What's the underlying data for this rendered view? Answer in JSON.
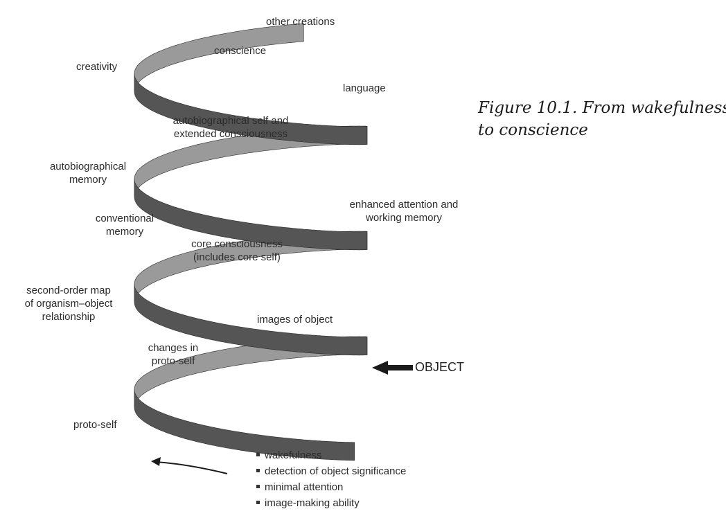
{
  "labels": {
    "other_creations": "other creations",
    "conscience": "conscience",
    "creativity": "creativity",
    "language": "language",
    "autobiographical_self": [
      "autobiographical self and",
      "extended consciousness"
    ],
    "autobiographical_memory": [
      "autobiographical",
      "memory"
    ],
    "conventional_memory": [
      "conventional",
      "memory"
    ],
    "enhanced_attention": [
      "enhanced attention and",
      "working memory"
    ],
    "core_consciousness": [
      "core consciousness",
      "(includes core self)"
    ],
    "second_order_map": [
      "second-order map",
      "of organism–object",
      "relationship"
    ],
    "images_of_object": "images of object",
    "changes_in_proto_self": [
      "changes in",
      "proto-self"
    ],
    "object": "OBJECT",
    "proto_self": "proto-self"
  },
  "bullets": [
    "wakefulness",
    "detection of object significance",
    "minimal attention",
    "image-making ability"
  ],
  "caption": [
    "Figure 10.1. From wakefulness",
    "to conscience"
  ],
  "colors": {
    "ribbon_front": "#555555",
    "ribbon_back": "#9a9a9a",
    "text": "#2b2b2b"
  }
}
